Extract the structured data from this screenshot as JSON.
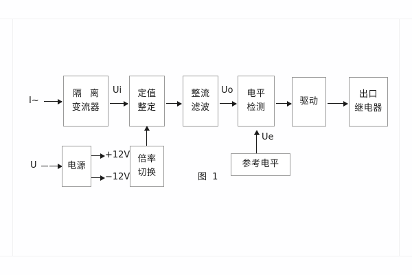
{
  "figure": {
    "caption": "图 1",
    "blocks": [
      {
        "id": "isolation-ct",
        "lines": [
          "隔 离",
          "变流器"
        ]
      },
      {
        "id": "setting",
        "lines": [
          "定值",
          "整定"
        ]
      },
      {
        "id": "rectify-filter",
        "lines": [
          "整流",
          "滤波"
        ]
      },
      {
        "id": "level-detect",
        "lines": [
          "电平",
          "检测"
        ]
      },
      {
        "id": "drive",
        "lines": [
          "驱动"
        ]
      },
      {
        "id": "output-relay",
        "lines": [
          "出口",
          "继电器"
        ]
      },
      {
        "id": "power-supply",
        "lines": [
          "电源"
        ]
      },
      {
        "id": "multiplier-switch",
        "lines": [
          "倍率",
          "切换"
        ]
      },
      {
        "id": "reference-level",
        "lines": [
          "参考电平"
        ]
      }
    ],
    "signals": {
      "current_input": "I~",
      "voltage_input": "U",
      "ui": "Ui",
      "uo": "Uo",
      "ue": "Ue",
      "rail_positive": "+12V",
      "rail_negative": "−12V"
    }
  },
  "colors": {
    "background": "#fefeff",
    "box_border": "#9a9a9a",
    "text": "#1b1b1b",
    "frame": "#f0f0f2"
  }
}
